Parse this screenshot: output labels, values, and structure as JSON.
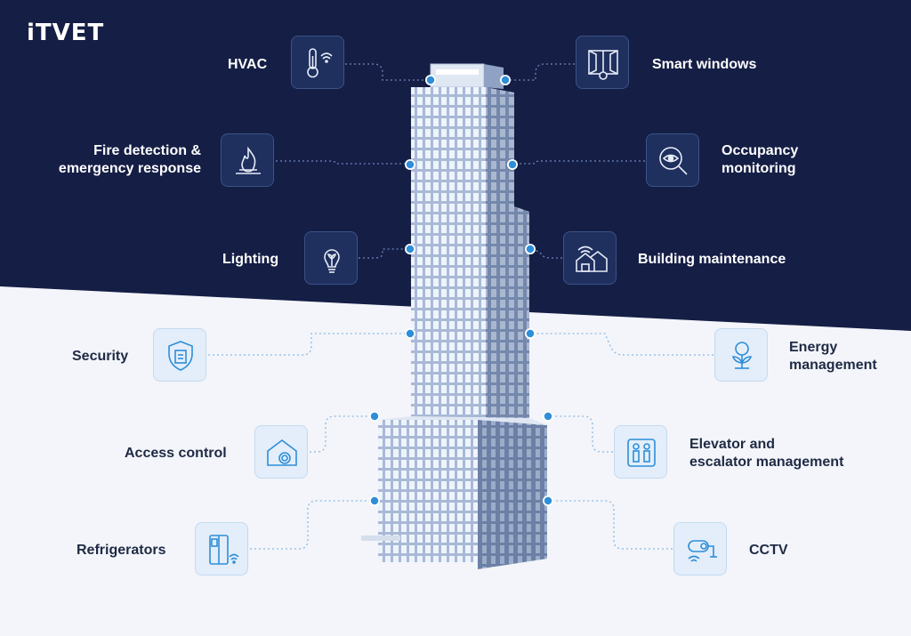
{
  "logo": {
    "text": "iTVET"
  },
  "colors": {
    "navy": "#151e45",
    "light_bg": "#f3f5fa",
    "accent_dot": "#2e8ed8",
    "dark_icon_stroke": "#e6ecf7",
    "light_icon_stroke": "#2e8ed8"
  },
  "features": {
    "hvac": {
      "label": "HVAC",
      "icon": "thermometer-wifi-icon"
    },
    "smart_windows": {
      "label": "Smart windows",
      "icon": "smart-window-icon"
    },
    "fire": {
      "line1": "Fire detection &",
      "line2": "emergency response",
      "icon": "fire-icon"
    },
    "occupancy": {
      "line1": "Occupancy",
      "line2": "monitoring",
      "icon": "eye-magnifier-icon"
    },
    "lighting": {
      "label": "Lighting",
      "icon": "bulb-leaf-icon"
    },
    "maintenance": {
      "label": "Building maintenance",
      "icon": "house-wifi-icon"
    },
    "security": {
      "label": "Security",
      "icon": "shield-icon"
    },
    "energy": {
      "line1": "Energy",
      "line2": "management",
      "icon": "bulb-plant-icon"
    },
    "access": {
      "label": "Access control",
      "icon": "house-fingerprint-icon"
    },
    "elevator": {
      "line1": "Elevator and",
      "line2": "escalator management",
      "icon": "elevator-icon"
    },
    "refrigerators": {
      "label": "Refrigerators",
      "icon": "fridge-wifi-icon"
    },
    "cctv": {
      "label": "CCTV",
      "icon": "cctv-camera-icon"
    }
  }
}
